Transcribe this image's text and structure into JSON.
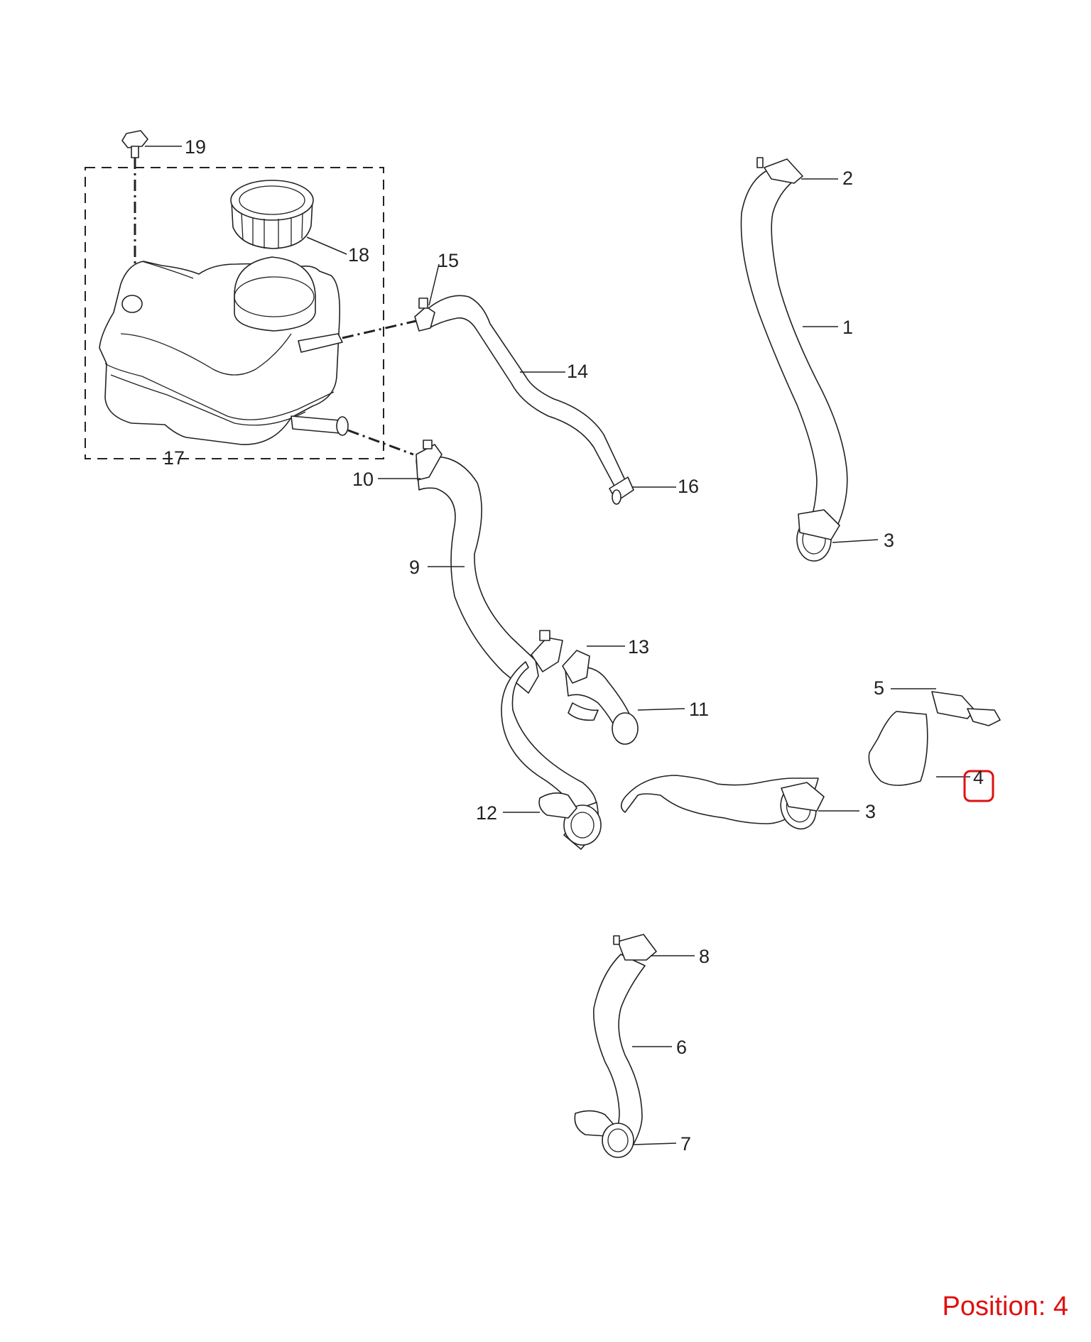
{
  "callouts": {
    "c1": "1",
    "c2": "2",
    "c3a": "3",
    "c3b": "3",
    "c4": "4",
    "c5": "5",
    "c6": "6",
    "c7": "7",
    "c8": "8",
    "c9": "9",
    "c10": "10",
    "c11": "11",
    "c12": "12",
    "c13": "13",
    "c14": "14",
    "c15": "15",
    "c16": "16",
    "c17": "17",
    "c18": "18",
    "c19": "19"
  },
  "highlight": {
    "callout": "4",
    "color": "#e01010"
  },
  "position": {
    "label": "Position: 4",
    "color": "#e01010"
  },
  "icons": [
    "bolt-icon",
    "filler-cap-icon",
    "expansion-tank-icon",
    "hose-icon",
    "hose-clamp-icon"
  ]
}
